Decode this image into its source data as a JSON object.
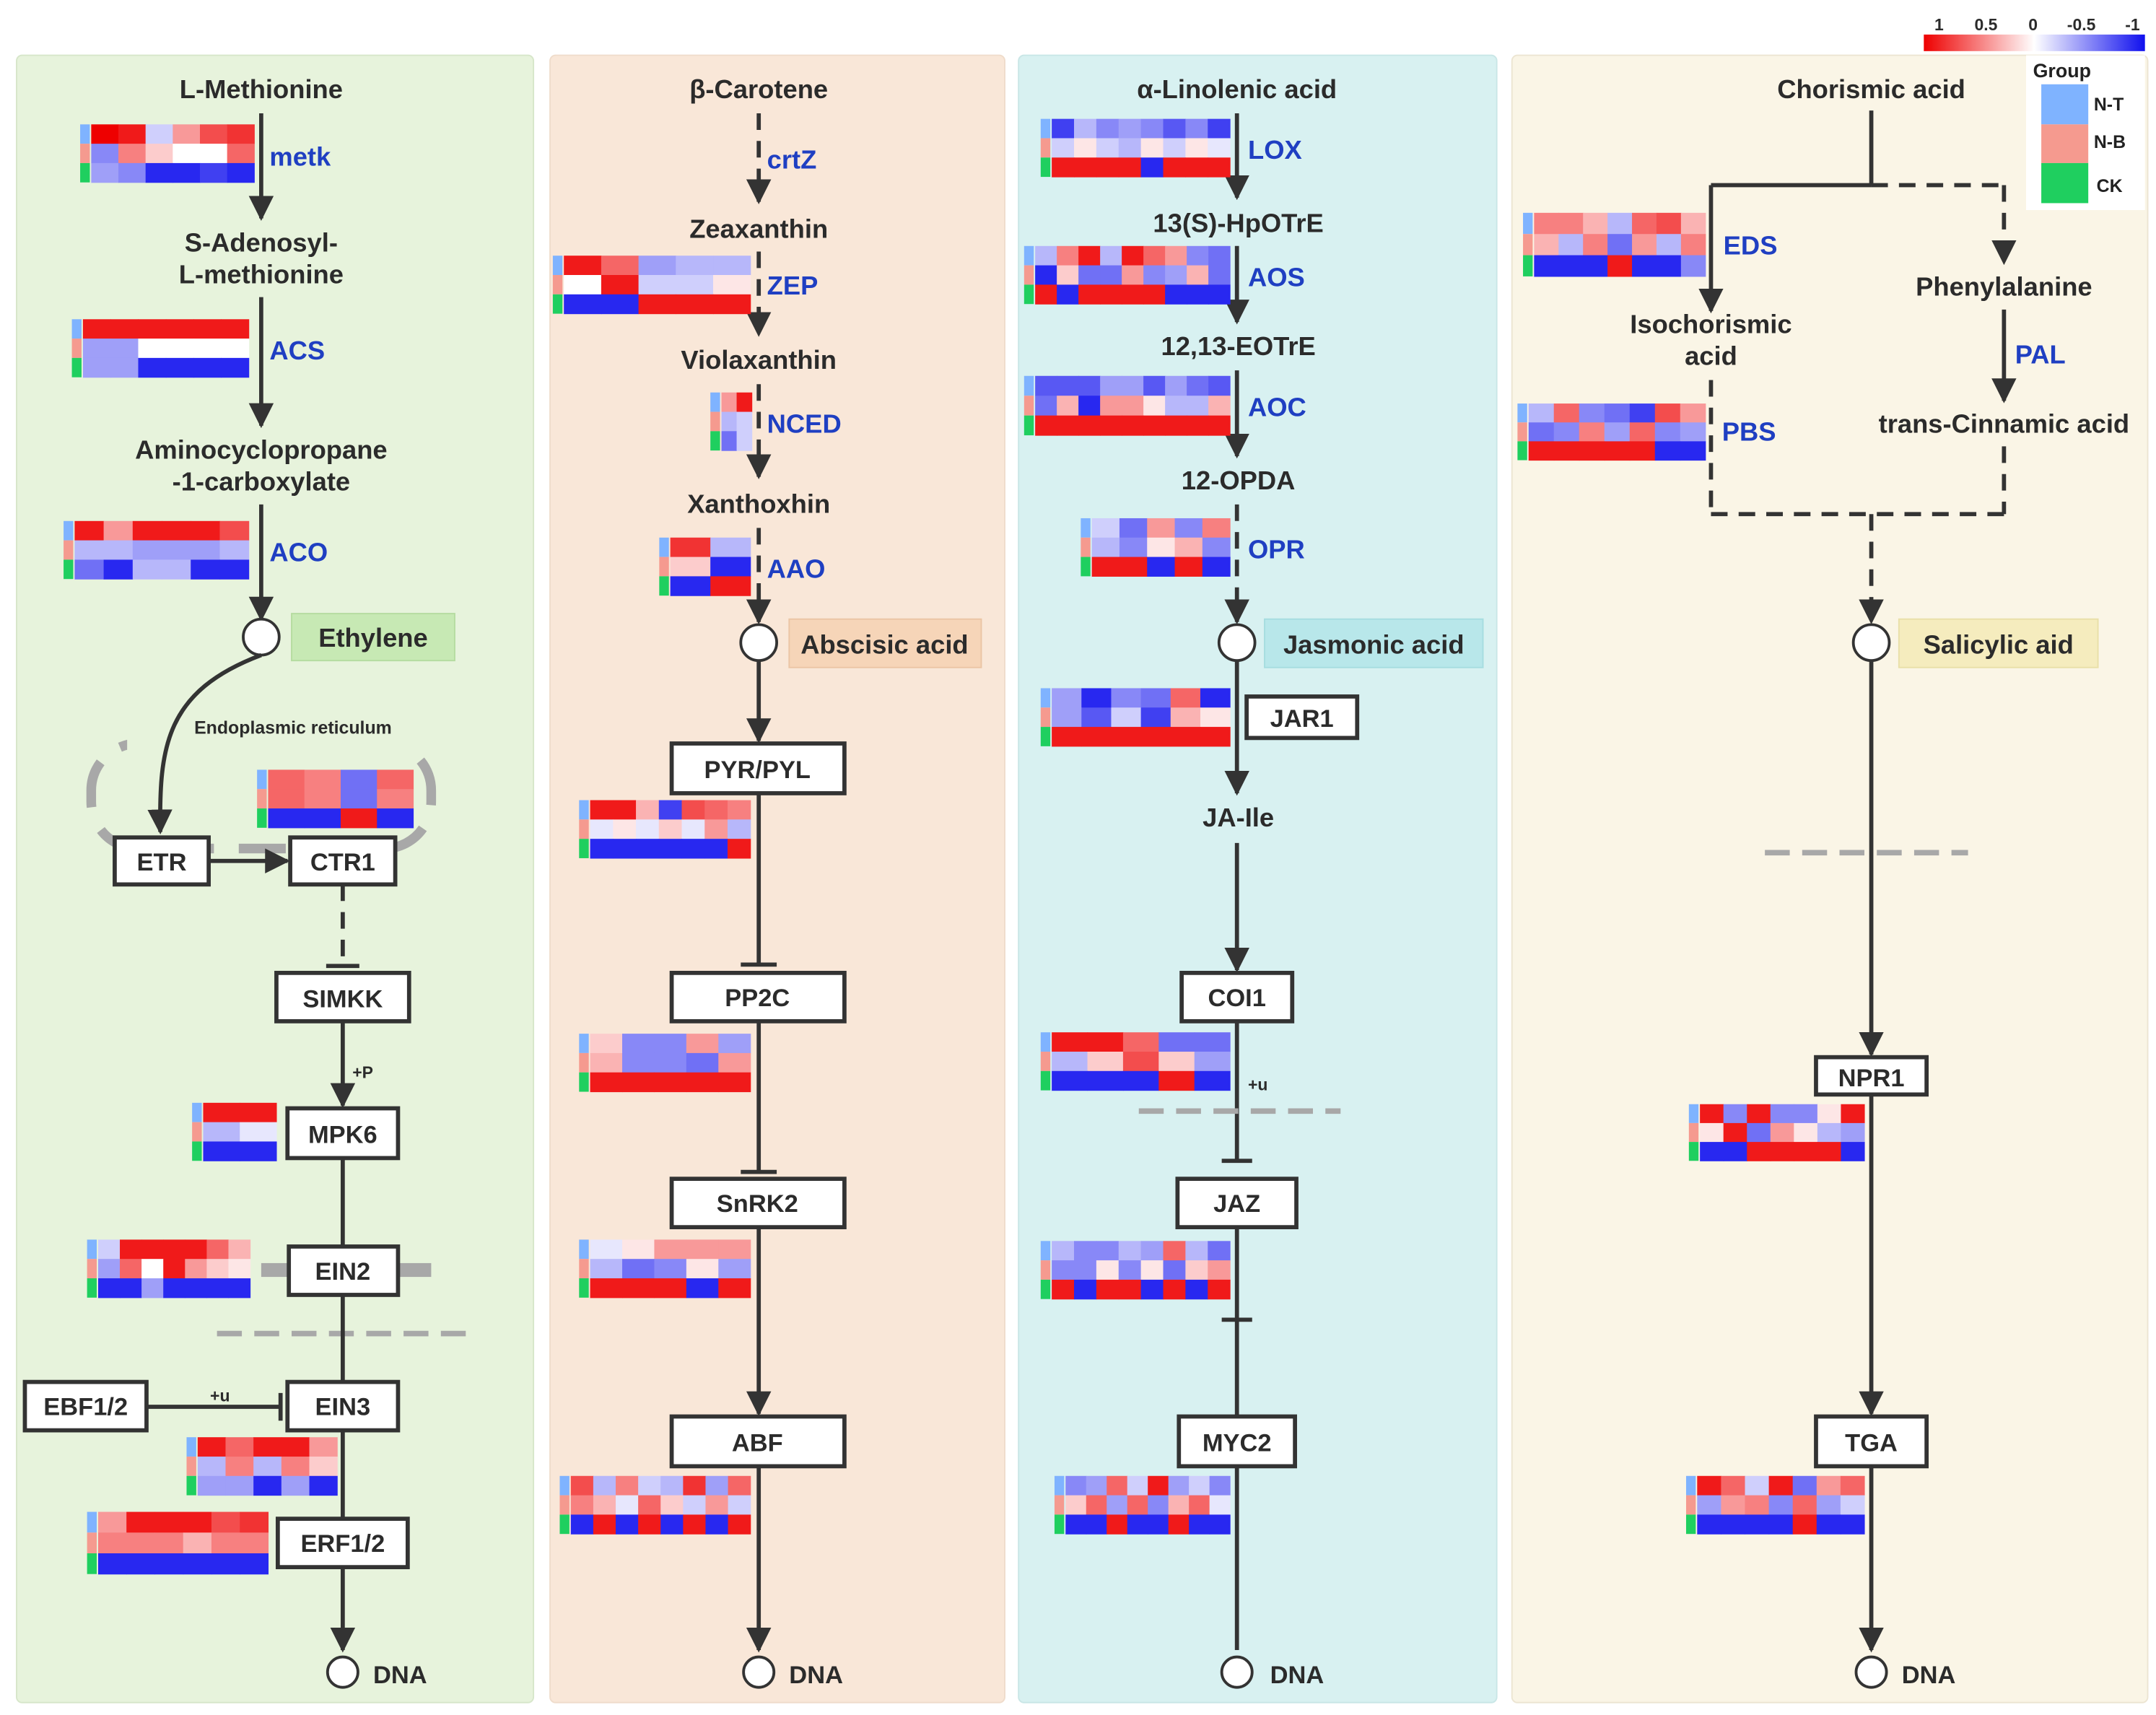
{
  "legend": {
    "scale_ticks": [
      "1",
      "0.5",
      "0",
      "-0.5",
      "-1"
    ],
    "group_title": "Group",
    "groups": [
      {
        "name": "N-T",
        "color": "#7fb3ff"
      },
      {
        "name": "N-B",
        "color": "#f59a8f"
      },
      {
        "name": "CK",
        "color": "#1fcf5f"
      }
    ],
    "scale_colors": {
      "high": "#ee0000",
      "mid": "#ffffff",
      "low": "#1010ee"
    }
  },
  "panel_colors": {
    "ethylene": "#e7f3dc",
    "aba": "#f9e7d8",
    "ja": "#d8f1f1",
    "sa": "#faf5e6"
  },
  "ethylene": {
    "metabolites": {
      "met": "L-Methionine",
      "sam_1": "S-Adenosyl-",
      "sam_2": "L-methionine",
      "acc_1": "Aminocyclopropane",
      "acc_2": "-1-carboxylate"
    },
    "enzymes": {
      "metk": "metk",
      "acs": "ACS",
      "aco": "ACO"
    },
    "hormone": "Ethylene",
    "membrane_label": "Endoplasmic reticulum",
    "boxes": {
      "etr": "ETR",
      "ctr1": "CTR1",
      "simkk": "SIMKK",
      "mpk6": "MPK6",
      "ein2": "EIN2",
      "ebf": "EBF1/2",
      "ein3": "EIN3",
      "erf": "ERF1/2"
    },
    "mods": {
      "p": "+P",
      "u": "+u"
    },
    "dna": "DNA"
  },
  "aba": {
    "metabolites": {
      "bcar": "β-Carotene",
      "zea": "Zeaxanthin",
      "vio": "Violaxanthin",
      "xan": "Xanthoxhin"
    },
    "enzymes": {
      "crtz": "crtZ",
      "zep": "ZEP",
      "nced": "NCED",
      "aao": "AAO"
    },
    "hormone": "Abscisic acid",
    "boxes": {
      "pyr": "PYR/PYL",
      "pp2c": "PP2C",
      "snrk2": "SnRK2",
      "abf": "ABF"
    },
    "dna": "DNA"
  },
  "ja": {
    "metabolites": {
      "ala": "α-Linolenic acid",
      "hpot": "13(S)-HpOTrE",
      "eot": "12,13-EOTrE",
      "opda": "12-OPDA",
      "jaile": "JA-Ile"
    },
    "enzymes": {
      "lox": "LOX",
      "aos": "AOS",
      "aoc": "AOC",
      "opr": "OPR"
    },
    "hormone": "Jasmonic acid",
    "boxes": {
      "jar1": "JAR1",
      "coi1": "COI1",
      "jaz": "JAZ",
      "myc2": "MYC2"
    },
    "mods": {
      "u": "+u"
    },
    "dna": "DNA"
  },
  "sa": {
    "metabolites": {
      "cho": "Chorismic acid",
      "iso_1": "Isochorismic",
      "iso_2": "acid",
      "phe": "Phenylalanine",
      "tca": "trans-Cinnamic acid"
    },
    "enzymes": {
      "eds": "EDS",
      "pal": "PAL",
      "pbs": "PBS"
    },
    "hormone": "Salicylic aid",
    "boxes": {
      "npr1": "NPR1",
      "tga": "TGA"
    },
    "dna": "DNA"
  },
  "heatmaps": {
    "metk": [
      [
        1,
        0.9,
        -0.2,
        0.4,
        0.7,
        0.8
      ],
      [
        -0.5,
        0.5,
        0.2,
        0,
        0,
        0.6
      ],
      [
        -0.4,
        -0.5,
        -0.9,
        -0.9,
        -0.8,
        -0.9
      ]
    ],
    "acs": [
      [
        0.9,
        0.9,
        0.9,
        0.9,
        0.9,
        0.9
      ],
      [
        -0.4,
        -0.4,
        0,
        0,
        0,
        0
      ],
      [
        -0.4,
        -0.4,
        -0.9,
        -0.9,
        -0.9,
        -0.9
      ]
    ],
    "aco": [
      [
        0.9,
        0.4,
        0.9,
        0.9,
        0.9,
        0.7
      ],
      [
        -0.3,
        -0.3,
        -0.4,
        -0.4,
        -0.4,
        -0.3
      ],
      [
        -0.6,
        -0.9,
        -0.3,
        -0.3,
        -0.9,
        -0.9
      ]
    ],
    "ctr1": [
      [
        0.6,
        0.5,
        -0.6,
        0.6
      ],
      [
        0.6,
        0.5,
        -0.6,
        0.5
      ],
      [
        -0.9,
        -0.9,
        0.9,
        -0.9
      ]
    ],
    "mpk6": [
      [
        0.9,
        0.9
      ],
      [
        -0.3,
        -0.1
      ],
      [
        -0.9,
        -0.9
      ]
    ],
    "ein2": [
      [
        -0.2,
        0.9,
        0.9,
        0.9,
        0.9,
        0.6,
        0.3
      ],
      [
        -0.4,
        0.6,
        0,
        0.9,
        0.4,
        0.2,
        0.1
      ],
      [
        -0.9,
        -0.9,
        -0.4,
        -0.9,
        -0.9,
        -0.9,
        -0.9
      ]
    ],
    "ein3": [
      [
        0.9,
        0.6,
        0.9,
        0.9,
        0.4
      ],
      [
        -0.3,
        0.5,
        -0.3,
        0.5,
        0.2
      ],
      [
        -0.4,
        -0.4,
        -0.9,
        -0.4,
        -0.9
      ]
    ],
    "erf": [
      [
        0.4,
        0.9,
        0.9,
        0.9,
        0.7,
        0.8
      ],
      [
        0.5,
        0.5,
        0.5,
        0.3,
        0.5,
        0.5
      ],
      [
        -0.9,
        -0.9,
        -0.9,
        -0.9,
        -0.9,
        -0.9
      ]
    ],
    "zep": [
      [
        0.9,
        0.6,
        -0.4,
        -0.3,
        -0.3
      ],
      [
        0,
        0.9,
        -0.2,
        -0.2,
        0.1
      ],
      [
        -0.9,
        -0.9,
        0.9,
        0.9,
        0.9
      ]
    ],
    "nced": [
      [
        0.4,
        0.9
      ],
      [
        -0.3,
        -0.2
      ],
      [
        -0.6,
        -0.2
      ]
    ],
    "aao": [
      [
        0.8,
        -0.3
      ],
      [
        0.2,
        -0.9
      ],
      [
        -0.9,
        0.9
      ]
    ],
    "pyr": [
      [
        0.9,
        0.9,
        0.3,
        -0.8,
        0.7,
        0.6,
        0.5
      ],
      [
        -0.1,
        0.1,
        -0.1,
        0.2,
        -0.1,
        0.4,
        -0.3
      ],
      [
        -0.9,
        -0.9,
        -0.9,
        -0.9,
        -0.9,
        -0.9,
        0.9
      ]
    ],
    "pp2c": [
      [
        0.2,
        -0.5,
        -0.5,
        0.4,
        -0.4
      ],
      [
        0.3,
        -0.5,
        -0.5,
        -0.6,
        0.4
      ],
      [
        0.9,
        0.9,
        0.9,
        0.9,
        0.9
      ]
    ],
    "snrk2": [
      [
        -0.1,
        0.1,
        0.4,
        0.4,
        0.4
      ],
      [
        -0.3,
        -0.6,
        -0.5,
        0.1,
        -0.4
      ],
      [
        0.9,
        0.9,
        0.9,
        -0.9,
        0.9
      ]
    ],
    "abf": [
      [
        0.7,
        -0.3,
        0.5,
        -0.2,
        -0.3,
        0.8,
        -0.4,
        0.6
      ],
      [
        0.5,
        0.3,
        -0.1,
        0.6,
        0.2,
        -0.2,
        0.4,
        -0.2
      ],
      [
        -0.9,
        0.9,
        -0.9,
        0.9,
        -0.9,
        0.9,
        -0.9,
        0.9
      ]
    ],
    "lox": [
      [
        -0.8,
        -0.3,
        -0.5,
        -0.4,
        -0.5,
        -0.7,
        -0.5,
        -0.8
      ],
      [
        -0.2,
        0.1,
        -0.2,
        -0.3,
        0.1,
        -0.2,
        0.1,
        -0.1
      ],
      [
        0.9,
        0.9,
        0.9,
        0.9,
        -0.9,
        0.9,
        0.9,
        0.9
      ]
    ],
    "aos": [
      [
        -0.3,
        0.5,
        0.9,
        -0.3,
        0.9,
        0.6,
        0.4,
        -0.5,
        -0.6
      ],
      [
        -0.9,
        0.2,
        -0.6,
        -0.6,
        0.4,
        -0.5,
        -0.4,
        0.3,
        -0.6
      ],
      [
        0.9,
        -0.9,
        0.9,
        0.9,
        0.9,
        0.9,
        -0.9,
        -0.9,
        -0.9
      ]
    ],
    "aoc": [
      [
        -0.7,
        -0.7,
        -0.7,
        -0.4,
        -0.4,
        -0.7,
        -0.4,
        -0.6,
        -0.7
      ],
      [
        -0.6,
        0.3,
        -0.9,
        0.4,
        0.4,
        0.1,
        -0.3,
        -0.3,
        0.3
      ],
      [
        0.9,
        0.9,
        0.9,
        0.9,
        0.9,
        0.9,
        0.9,
        0.9,
        0.9
      ]
    ],
    "opr": [
      [
        -0.2,
        -0.6,
        0.4,
        -0.5,
        0.5
      ],
      [
        -0.3,
        -0.5,
        0.1,
        0.3,
        -0.5
      ],
      [
        0.9,
        0.9,
        -0.9,
        0.9,
        -0.9
      ]
    ],
    "jar1": [
      [
        -0.4,
        -0.9,
        -0.5,
        -0.6,
        0.6,
        -0.9
      ],
      [
        -0.4,
        -0.7,
        -0.2,
        -0.8,
        0.3,
        0.1
      ],
      [
        0.9,
        0.9,
        0.9,
        0.9,
        0.9,
        0.9
      ]
    ],
    "coi1": [
      [
        0.9,
        0.9,
        0.6,
        -0.6,
        -0.6
      ],
      [
        -0.3,
        0.2,
        0.7,
        0.2,
        -0.4
      ],
      [
        -0.9,
        -0.9,
        -0.9,
        0.9,
        -0.9
      ]
    ],
    "jaz": [
      [
        -0.3,
        -0.5,
        -0.5,
        -0.3,
        -0.4,
        0.6,
        -0.3,
        -0.6
      ],
      [
        -0.5,
        -0.5,
        0.1,
        -0.5,
        0.1,
        -0.6,
        0.2,
        0.4
      ],
      [
        0.9,
        -0.9,
        0.9,
        0.9,
        -0.9,
        0.9,
        -0.9,
        0.9
      ]
    ],
    "myc2": [
      [
        -0.5,
        -0.4,
        0.6,
        -0.2,
        0.9,
        -0.4,
        -0.2,
        -0.5
      ],
      [
        0.2,
        0.6,
        -0.4,
        0.6,
        -0.5,
        0.3,
        0.6,
        -0.1
      ],
      [
        -0.9,
        -0.9,
        0.9,
        -0.9,
        -0.9,
        0.9,
        -0.9,
        -0.9
      ]
    ],
    "eds": [
      [
        0.5,
        0.5,
        0.3,
        -0.3,
        0.6,
        0.7,
        0.3
      ],
      [
        0.3,
        -0.3,
        0.5,
        -0.6,
        0.4,
        -0.3,
        0.5
      ],
      [
        -0.9,
        -0.9,
        -0.9,
        0.9,
        -0.9,
        -0.9,
        -0.5
      ]
    ],
    "pbs": [
      [
        -0.3,
        0.6,
        -0.5,
        -0.6,
        -0.8,
        0.7,
        0.4
      ],
      [
        -0.6,
        -0.5,
        0.5,
        -0.4,
        0.6,
        -0.5,
        -0.4
      ],
      [
        0.9,
        0.9,
        0.9,
        0.9,
        0.9,
        -0.9,
        -0.9
      ]
    ],
    "npr1": [
      [
        0.9,
        -0.5,
        0.9,
        -0.5,
        -0.5,
        0.1,
        0.9
      ],
      [
        0.1,
        0.9,
        -0.6,
        0.4,
        0.1,
        -0.3,
        -0.4
      ],
      [
        -0.9,
        -0.9,
        0.9,
        0.9,
        0.9,
        0.9,
        -0.9
      ]
    ],
    "tga": [
      [
        0.9,
        0.6,
        -0.2,
        0.9,
        -0.6,
        0.4,
        0.6
      ],
      [
        -0.4,
        0.4,
        0.5,
        -0.5,
        0.6,
        -0.4,
        -0.2
      ],
      [
        -0.9,
        -0.9,
        -0.9,
        -0.9,
        0.9,
        -0.9,
        -0.9
      ]
    ]
  }
}
